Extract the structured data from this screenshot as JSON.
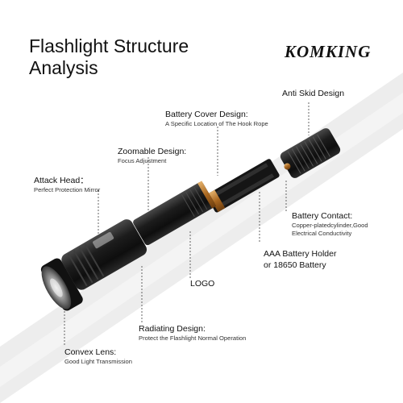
{
  "title_line1": "Flashlight Structure",
  "title_line2": "Analysis",
  "brand": "KOMKING",
  "callouts": {
    "anti_skid": {
      "title": "Anti Skid Design"
    },
    "battery_cover": {
      "title": "Battery Cover Design:",
      "desc": "A Specific Location of The Hook Rope"
    },
    "zoomable": {
      "title": "Zoomable Design:",
      "desc": "Focus Adjustment"
    },
    "attack_head": {
      "title": "Attack Head：",
      "desc": "Perfect Protection Mirror"
    },
    "battery_contact": {
      "title": "Battery Contact:",
      "desc1": "Copper-platedcylinder,Good",
      "desc2": "Electrical Conductivity"
    },
    "battery_holder": {
      "line1": "AAA Battery Holder",
      "line2": "or 18650 Battery"
    },
    "logo": {
      "title": "LOGO"
    },
    "radiating": {
      "title": "Radiating Design:",
      "desc": "Protect the Flashlight Normal Operation"
    },
    "convex_lens": {
      "title": "Convex Lens:",
      "desc": "Good Light Transmission"
    }
  },
  "colors": {
    "background": "#ffffff",
    "band": "#ececec",
    "body": "#1c1c1c",
    "accent": "#c9852d"
  }
}
